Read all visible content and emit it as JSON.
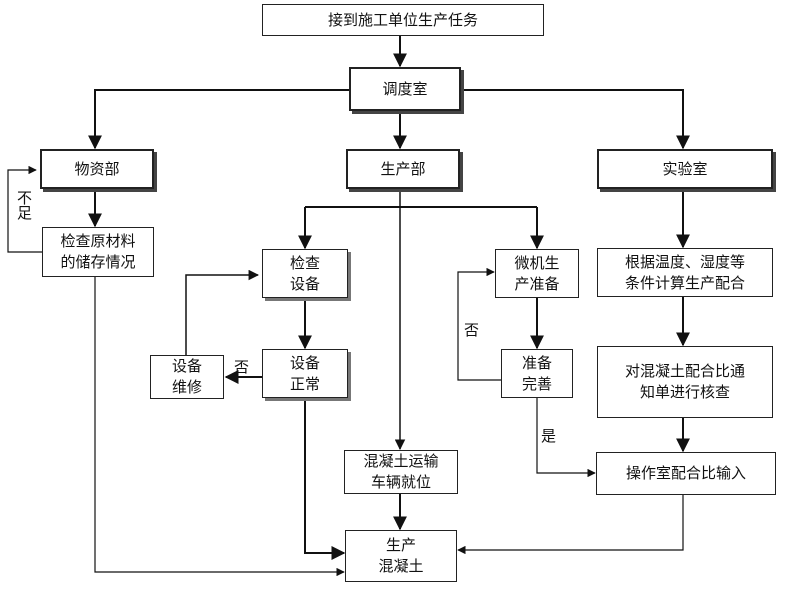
{
  "nodes": {
    "receive_task": "接到施工单位生产任务",
    "dispatch_room": "调度室",
    "materials_dept": "物资部",
    "production_dept": "生产部",
    "lab": "实验室",
    "check_raw_materials": "检查原材料\n的储存情况",
    "check_equipment": "检查\n设备",
    "equipment_normal": "设备\n正常",
    "equipment_repair": "设备\n维修",
    "computer_prep": "微机生\n产准备",
    "prep_complete": "准备\n完善",
    "calc_mix": "根据温度、湿度等\n条件计算生产配合",
    "verify_mix": "对混凝土配合比通\n知单进行核查",
    "input_mix": "操作室配合比输入",
    "transport_ready": "混凝土运输\n车辆就位",
    "produce_concrete": "生产\n混凝土"
  },
  "labels": {
    "insufficient": "不足",
    "no_equipment": "否",
    "no_prep": "否",
    "yes": "是"
  }
}
